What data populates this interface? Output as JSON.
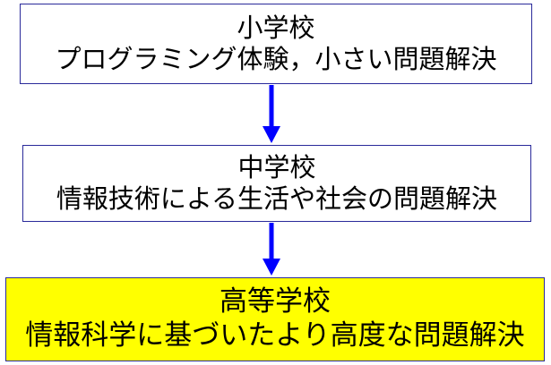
{
  "colors": {
    "box_border": "#2a2a9a",
    "highlight_fill": "#ffff00",
    "arrow": "#0000ff",
    "text": "#000000"
  },
  "stages": [
    {
      "title": "小学校",
      "description": "プログラミング体験，小さい問題解決",
      "highlighted": false
    },
    {
      "title": "中学校",
      "description": "情報技術による生活や社会の問題解決",
      "highlighted": false
    },
    {
      "title": "高等学校",
      "description": "情報科学に基づいたより高度な問題解決",
      "highlighted": true
    }
  ]
}
